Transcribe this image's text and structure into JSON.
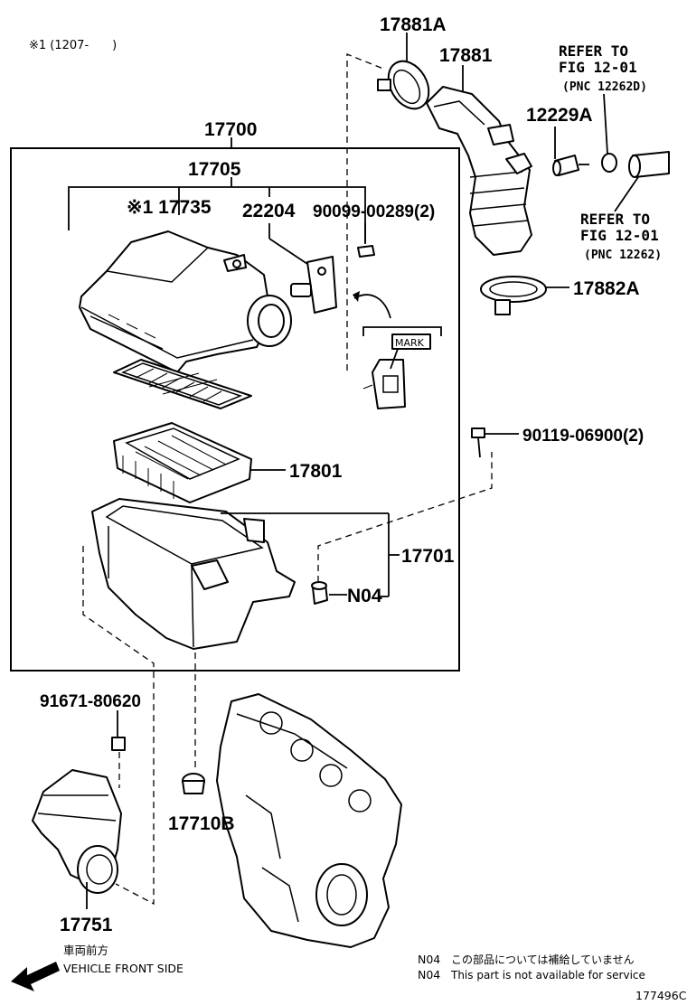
{
  "variant_note": "※1 (1207-　　)",
  "parts": {
    "p17881A": "17881A",
    "p17881": "17881",
    "p12229A": "12229A",
    "p17700": "17700",
    "p17705": "17705",
    "p17735": "※1 17735",
    "p22204": "22204",
    "p90099": "90099-00289(2)",
    "p17882A": "17882A",
    "p90119": "90119-06900(2)",
    "p17801": "17801",
    "p17701": "17701",
    "pN04": "N04",
    "p91671": "91671-80620",
    "p17710B": "17710B",
    "p17751": "17751"
  },
  "refs": {
    "ref1_line1": "REFER TO",
    "ref1_line2": "FIG 12-01",
    "ref1_line3": "(PNC 12262D)",
    "ref2_line1": "REFER TO",
    "ref2_line2": "FIG 12-01",
    "ref2_line3": "(PNC 12262)"
  },
  "mark_label": "MARK",
  "direction": {
    "japanese": "車両前方",
    "english": "VEHICLE FRONT SIDE"
  },
  "footnote": {
    "jp_code": "N04",
    "jp_text": "この部品については補給していません",
    "en_code": "N04",
    "en_text": "This part is not available for service"
  },
  "illustration_id": "177496C"
}
